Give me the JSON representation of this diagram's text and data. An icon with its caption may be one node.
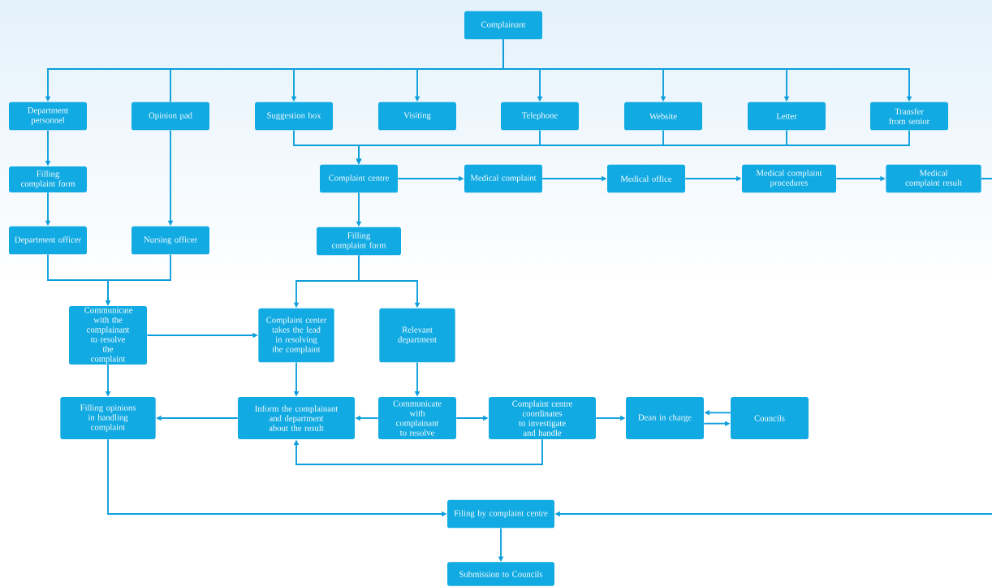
{
  "diagram": {
    "nodes": [
      {
        "text": [
          "Complainant"
        ]
      },
      {
        "text": [
          "Department personnel"
        ]
      },
      {
        "text": [
          "Opinion pad"
        ]
      },
      {
        "text": [
          "Suggestion box"
        ]
      },
      {
        "text": [
          "Visiting"
        ]
      },
      {
        "text": [
          "Telephone"
        ]
      },
      {
        "text": [
          "Website"
        ]
      },
      {
        "text": [
          "Letter"
        ]
      },
      {
        "text": [
          "Transfer from senior"
        ]
      },
      {
        "text": [
          "Filling complaint form"
        ]
      },
      {
        "text": [
          "Complaint centre"
        ]
      },
      {
        "text": [
          "Medical complaint"
        ]
      },
      {
        "text": [
          "Medical office"
        ]
      },
      {
        "text": [
          "Medical complaint procedures"
        ]
      },
      {
        "text": [
          "Medical complaint result"
        ]
      },
      {
        "text": [
          "Department officer"
        ]
      },
      {
        "text": [
          "Nursing officer"
        ]
      },
      {
        "text": [
          "Filling complaint form"
        ]
      },
      {
        "text": [
          "Communicate with the complainant to resolve the complaint"
        ]
      },
      {
        "text": [
          "Complaint center takes the lead in resolving the complaint"
        ]
      },
      {
        "text": [
          "Relevant department"
        ]
      },
      {
        "text": [
          "Filling opinions in handling complaint"
        ]
      },
      {
        "text": [
          "Inform the complainant and department about the result"
        ]
      },
      {
        "text": [
          "Communicate with complainant to resolve"
        ]
      },
      {
        "text": [
          "Complaint centre coordinates to investigate and handle"
        ]
      },
      {
        "text": [
          "Dean in charge"
        ]
      },
      {
        "text": [
          "Councils"
        ]
      },
      {
        "text": [
          "Filing by complaint centre"
        ]
      },
      {
        "text": [
          "Submission to Councils"
        ]
      }
    ],
    "edges": [
      {
        "from": 0,
        "to": 1,
        "arrow": "to"
      },
      {
        "from": 0,
        "to": 2,
        "arrow": "none"
      },
      {
        "from": 0,
        "to": 3,
        "arrow": "to"
      },
      {
        "from": 0,
        "to": 4,
        "arrow": "to"
      },
      {
        "from": 0,
        "to": 5,
        "arrow": "to"
      },
      {
        "from": 0,
        "to": 6,
        "arrow": "to"
      },
      {
        "from": 0,
        "to": 7,
        "arrow": "to"
      },
      {
        "from": 0,
        "to": 8,
        "arrow": "to"
      },
      {
        "from": 1,
        "to": 9,
        "arrow": "to"
      },
      {
        "from": 9,
        "to": 15,
        "arrow": "to"
      },
      {
        "from": 2,
        "to": 16,
        "arrow": "to"
      },
      {
        "from": 3,
        "to": 10,
        "arrow": "to"
      },
      {
        "from": 5,
        "to": 10,
        "arrow": "to"
      },
      {
        "from": 6,
        "to": 10,
        "arrow": "to"
      },
      {
        "from": 7,
        "to": 10,
        "arrow": "to"
      },
      {
        "from": 8,
        "to": 10,
        "arrow": "to"
      },
      {
        "from": 10,
        "to": 11,
        "arrow": "to"
      },
      {
        "from": 11,
        "to": 12,
        "arrow": "to"
      },
      {
        "from": 12,
        "to": 13,
        "arrow": "to"
      },
      {
        "from": 13,
        "to": 14,
        "arrow": "to"
      },
      {
        "from": 14,
        "to": null,
        "arrow": "none"
      },
      {
        "from": 10,
        "to": 17,
        "arrow": "to"
      },
      {
        "from": 15,
        "to": 18,
        "arrow": "to"
      },
      {
        "from": 16,
        "to": 18,
        "arrow": "to"
      },
      {
        "from": 17,
        "to": 19,
        "arrow": "to"
      },
      {
        "from": 17,
        "to": 20,
        "arrow": "to"
      },
      {
        "from": 18,
        "to": 19,
        "arrow": "to"
      },
      {
        "from": 18,
        "to": 21,
        "arrow": "to"
      },
      {
        "from": 19,
        "to": 22,
        "arrow": "to"
      },
      {
        "from": 20,
        "to": 23,
        "arrow": "to"
      },
      {
        "from": 23,
        "to": 22,
        "arrow": "to"
      },
      {
        "from": 23,
        "to": 24,
        "arrow": "to"
      },
      {
        "from": 24,
        "to": 22,
        "arrow": "to"
      },
      {
        "from": 24,
        "to": 25,
        "arrow": "to"
      },
      {
        "from": 26,
        "to": 25,
        "arrow": "to"
      },
      {
        "from": 25,
        "to": 26,
        "arrow": "to"
      },
      {
        "from": 22,
        "to": 21,
        "arrow": "to"
      },
      {
        "from": 21,
        "to": 27,
        "arrow": "to"
      },
      {
        "from": null,
        "to": 27,
        "arrow": "to"
      },
      {
        "from": 27,
        "to": 28,
        "arrow": "to"
      }
    ]
  }
}
